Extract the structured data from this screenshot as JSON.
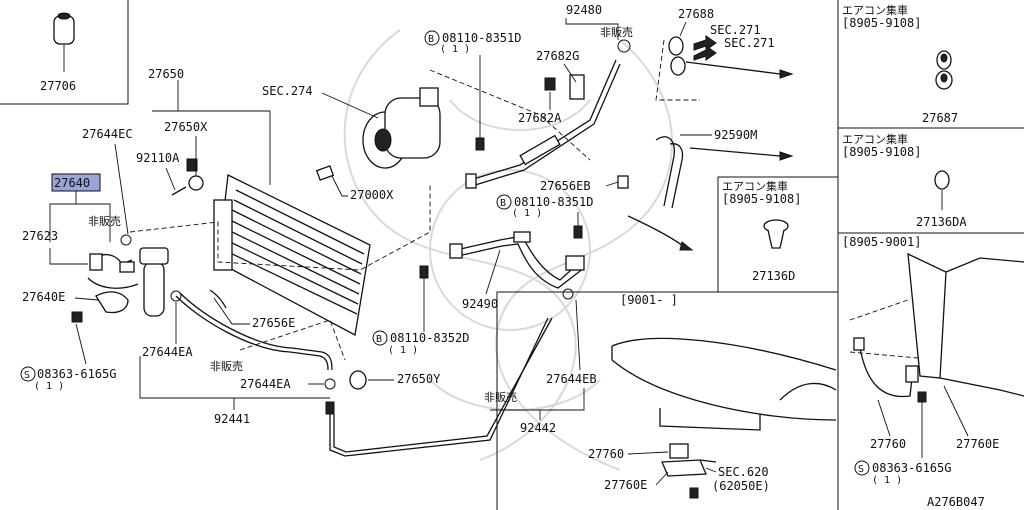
{
  "diagram": {
    "code": "A276B047",
    "highlight_color": "#9aa4d6",
    "parts": {
      "p27706": "27706",
      "p27650": "27650",
      "sec274": "SEC.274",
      "p27644ec": "27644EC",
      "p27650x": "27650X",
      "p92110a": "92110A",
      "p27640": "27640",
      "p27623": "27623",
      "p27640e": "27640E",
      "p08363a": "08363-6165G",
      "p08363a_qty": "( 1 )",
      "p27644ea_1": "27644EA",
      "p27656e": "27656E",
      "p27644ea_2": "27644EA",
      "p92441": "92441",
      "p27000x": "27000X",
      "p08110_8351d_a": "08110-8351D",
      "p08110_8351d_a_qty": "( 1 )",
      "p92480": "92480",
      "p27682g": "27682G",
      "p27682a": "27682A",
      "p27688": "27688",
      "sec271_a": "SEC.271",
      "sec271_b": "SEC.271",
      "p92590m": "92590M",
      "p27656eb": "27656EB",
      "p08110_8351d_b": "08110-8351D",
      "p08110_8351d_b_qty": "( 1 )",
      "p92490": "92490",
      "p08110_8352d": "08110-8352D",
      "p08110_8352d_qty": "( 1 )",
      "p27650y": "27650Y",
      "p27644eb": "27644EB",
      "p92442": "92442",
      "p27687": "27687",
      "p27136da": "27136DA",
      "p27136d": "27136D",
      "p27760": "27760",
      "p27760e_a": "27760E",
      "sec620": "SEC.620",
      "sec620_sub": "(62050E)",
      "p27760_b": "27760",
      "p27760e_b": "27760E",
      "p08363b": "08363-6165G",
      "p08363b_qty": "( 1 )"
    },
    "notes": {
      "not_for_sale": "非販売",
      "ac_equipped": "エアコン集車",
      "range_a": "[8905-9108]",
      "range_b": "[8905-9108]",
      "range_c": "[8905-9108]",
      "range_d": "[8905-9001]",
      "range_e": "[9001-     ]"
    },
    "symbols": {
      "b": "B",
      "s": "S"
    }
  }
}
